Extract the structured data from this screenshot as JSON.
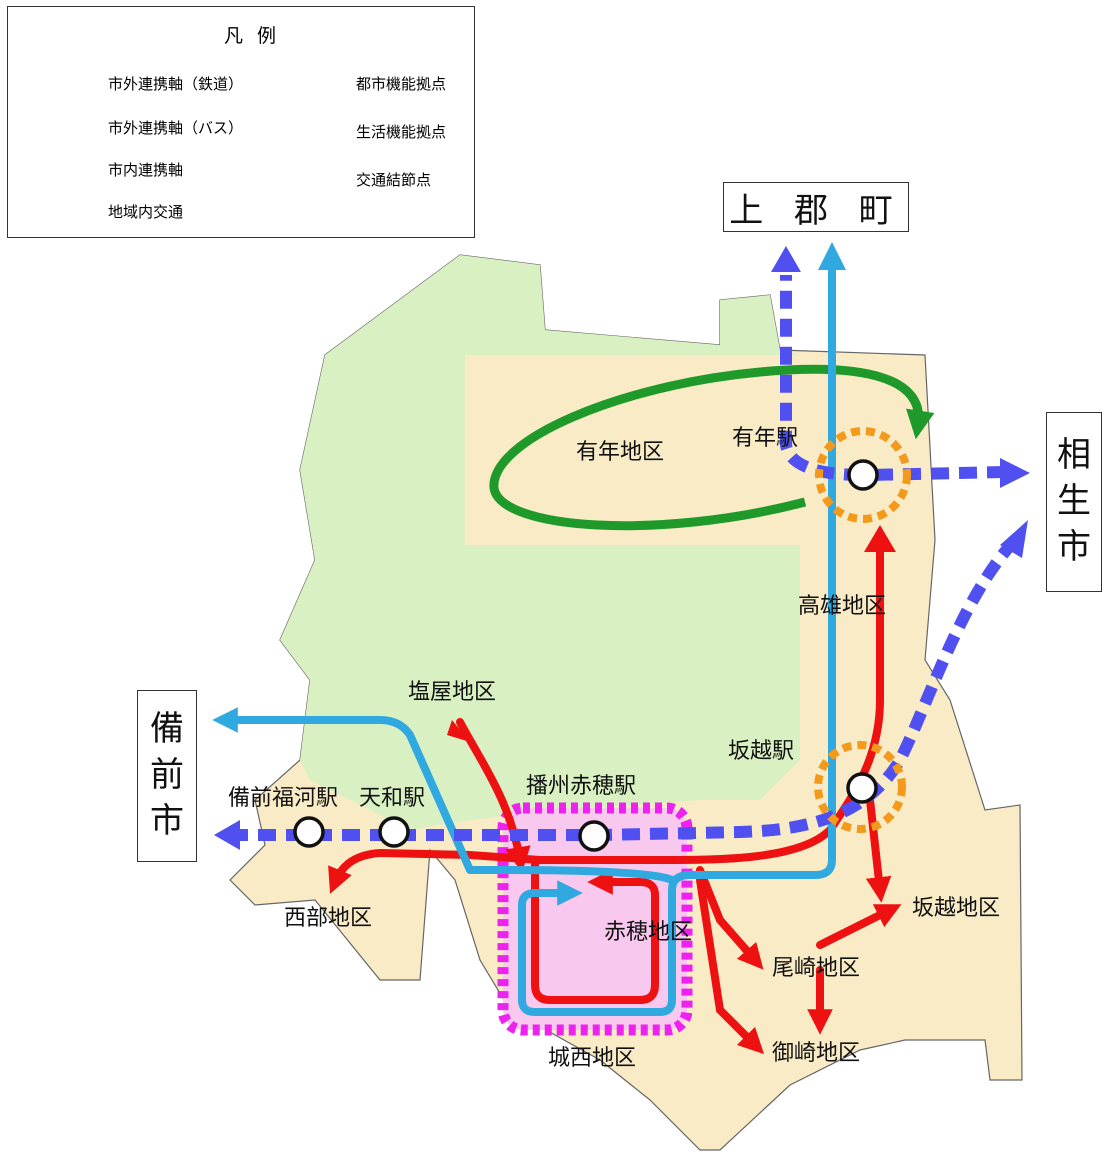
{
  "legend": {
    "title": "凡 例",
    "items": {
      "rail": "市外連携軸（鉄道）",
      "bus": "市外連携軸（バス）",
      "city_axis": "市内連携軸",
      "regional": "地域内交通",
      "urban_hub": "都市機能拠点",
      "life_hub": "生活機能拠点",
      "node": "交通結節点"
    }
  },
  "destinations": {
    "kamigori": "上 郡 町",
    "aioi": [
      "相",
      "生",
      "市"
    ],
    "bizen": [
      "備",
      "前",
      "市"
    ]
  },
  "labels": {
    "ushiro_district": "有年地区",
    "ushiro_station": "有年駅",
    "takao": "高雄地区",
    "sakoshi_station": "坂越駅",
    "sakoshi_district": "坂越地区",
    "shioya": "塩屋地区",
    "banshu_ako_station": "播州赤穂駅",
    "bizen_fukugawa_station": "備前福河駅",
    "tenwa_station": "天和駅",
    "seibu": "西部地区",
    "ako_district": "赤穂地区",
    "osaki": "尾崎地区",
    "misaki": "御崎地区",
    "jousei": "城西地区"
  },
  "colors": {
    "rail": "#5050f0",
    "bus": "#30a8e0",
    "city_axis": "#ee1111",
    "regional": "#1f9a2a",
    "urban_hub": "#ee22ee",
    "urban_hub_fill": "#f8c8ee",
    "life_hub": "#f39a1c",
    "land": "#f8ebc6",
    "mountain": "#d8f0c2"
  }
}
